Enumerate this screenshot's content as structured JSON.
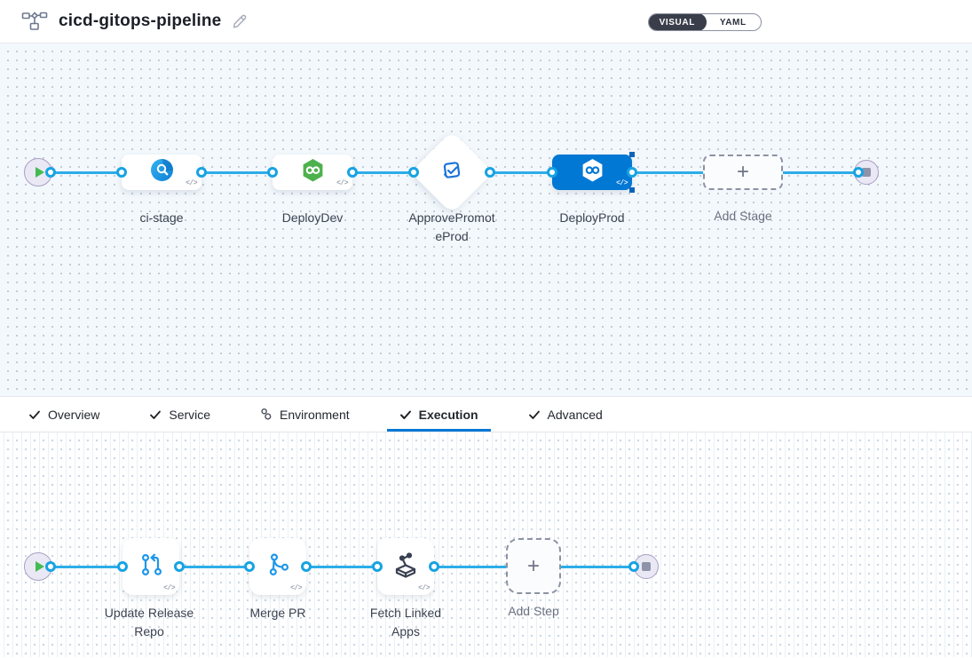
{
  "header": {
    "title": "cicd-gitops-pipeline",
    "view_toggle": {
      "visual_label": "VISUAL",
      "yaml_label": "YAML",
      "selected": "VISUAL"
    }
  },
  "colors": {
    "accent_blue": "#0278d5",
    "connector_blue": "#2cade8",
    "ci_icon_blue": "#1e9ce6",
    "cd_icon_green": "#4db14e",
    "toggle_dark": "#3a3e4b"
  },
  "misc": {
    "code_badge": "</>",
    "plus": "+"
  },
  "stage_pipeline": {
    "stages": [
      {
        "label": "ci-stage",
        "type": "ci-build"
      },
      {
        "label": "DeployDev",
        "type": "cd-deploy"
      },
      {
        "label": "ApprovePromoteProd",
        "label_line1": "ApprovePromot",
        "label_line2": "eProd",
        "type": "approval"
      },
      {
        "label": "DeployProd",
        "type": "cd-deploy",
        "selected": true
      }
    ],
    "add_stage_label": "Add Stage"
  },
  "tab_bar": {
    "tabs": [
      {
        "label": "Overview",
        "icon": "check",
        "active": false
      },
      {
        "label": "Service",
        "icon": "check",
        "active": false
      },
      {
        "label": "Environment",
        "icon": "environment",
        "active": false
      },
      {
        "label": "Execution",
        "icon": "check",
        "active": true
      },
      {
        "label": "Advanced",
        "icon": "check",
        "active": false
      }
    ]
  },
  "execution_pipeline": {
    "steps": [
      {
        "label": "Update Release Repo",
        "type": "git-update"
      },
      {
        "label": "Merge PR",
        "type": "git-merge"
      },
      {
        "label": "Fetch Linked Apps",
        "type": "fetch-linked-apps"
      }
    ],
    "add_step_label": "Add Step"
  }
}
